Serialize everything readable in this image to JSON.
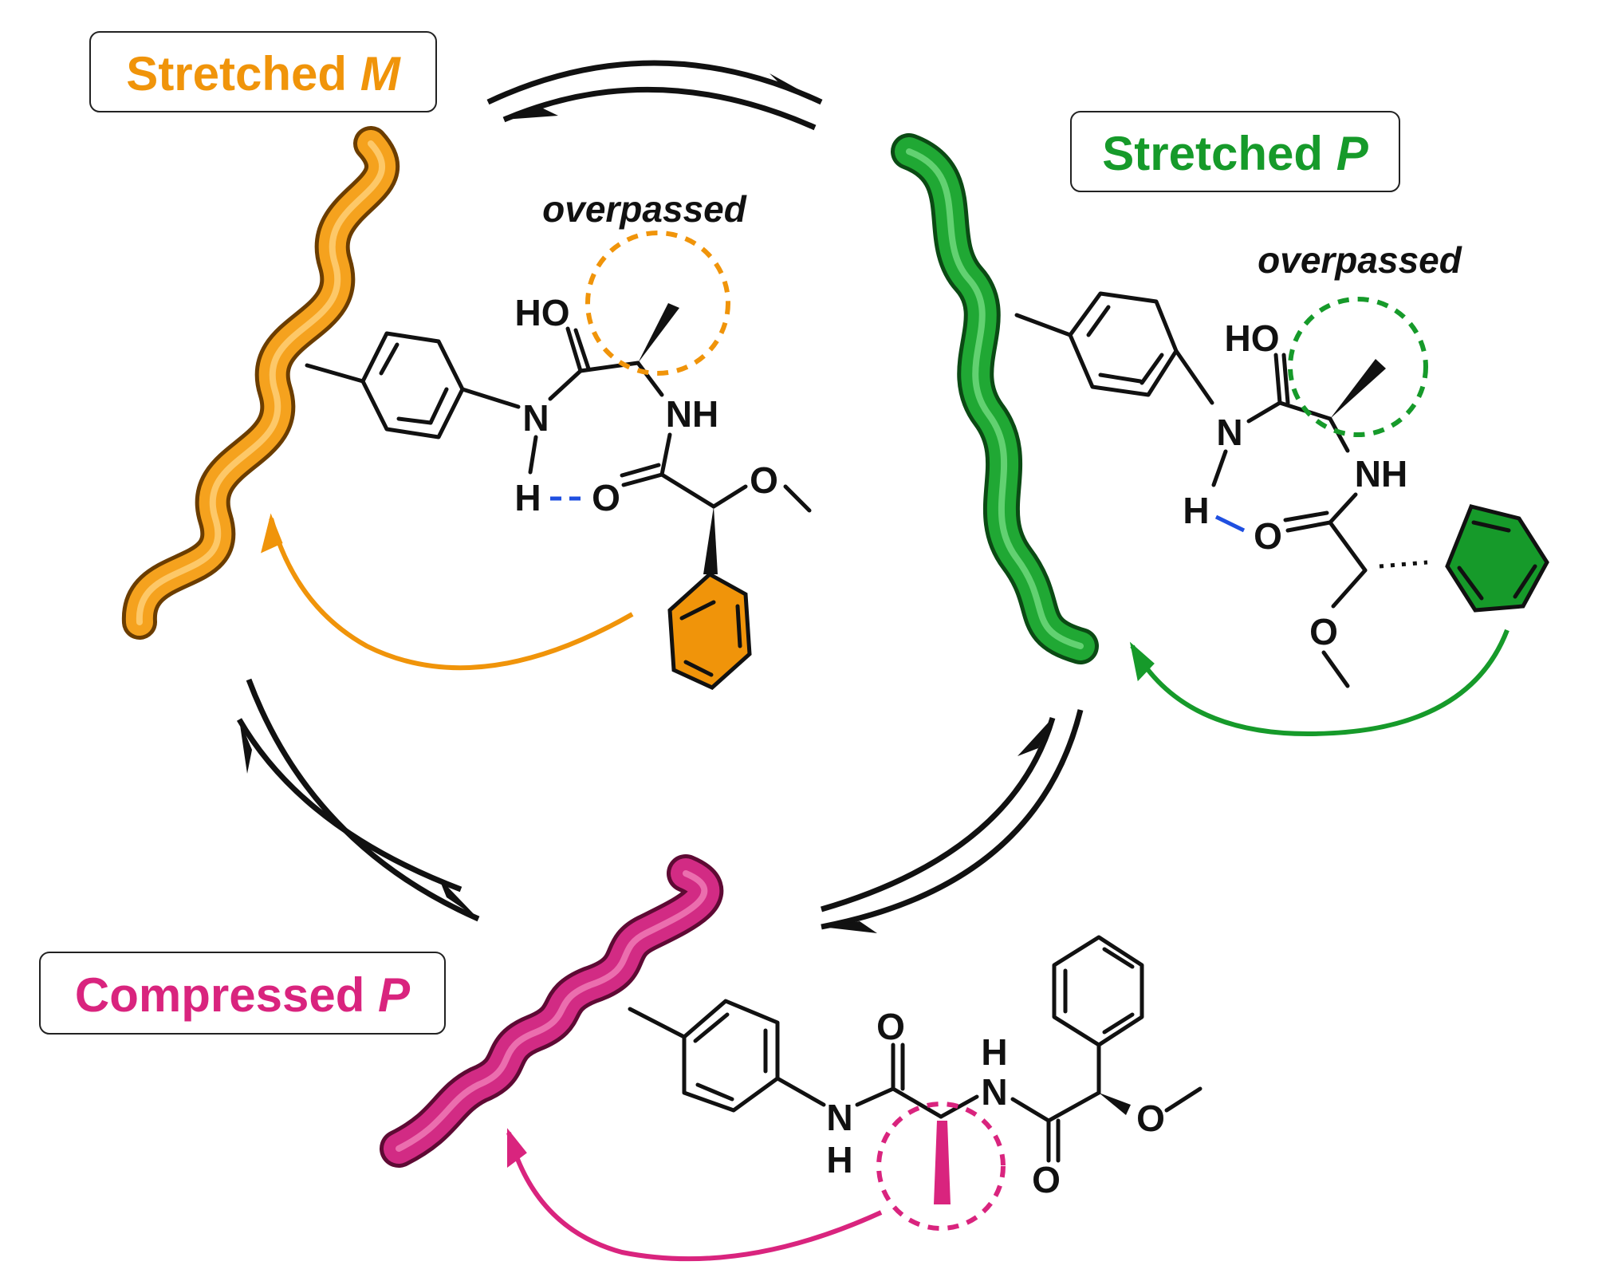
{
  "colors": {
    "orange": "#F0940A",
    "green": "#169A2A",
    "magenta": "#D9247E",
    "hbond": "#1F4FE0"
  },
  "states": {
    "stretched_m": {
      "prefix": "Stretched ",
      "helix": "M"
    },
    "stretched_p": {
      "prefix": "Stretched ",
      "helix": "P"
    },
    "compressed_p": {
      "prefix": "Compressed ",
      "helix": "P"
    }
  },
  "annotations": {
    "overpassed_left": "overpassed",
    "overpassed_right": "overpassed"
  },
  "atoms": {
    "ho": "HO",
    "nh": "NH",
    "n": "N",
    "h": "H",
    "o": "O"
  },
  "icons": [
    "equilibrium-arrow-icon",
    "helix-icon",
    "benzene-ring-icon"
  ]
}
